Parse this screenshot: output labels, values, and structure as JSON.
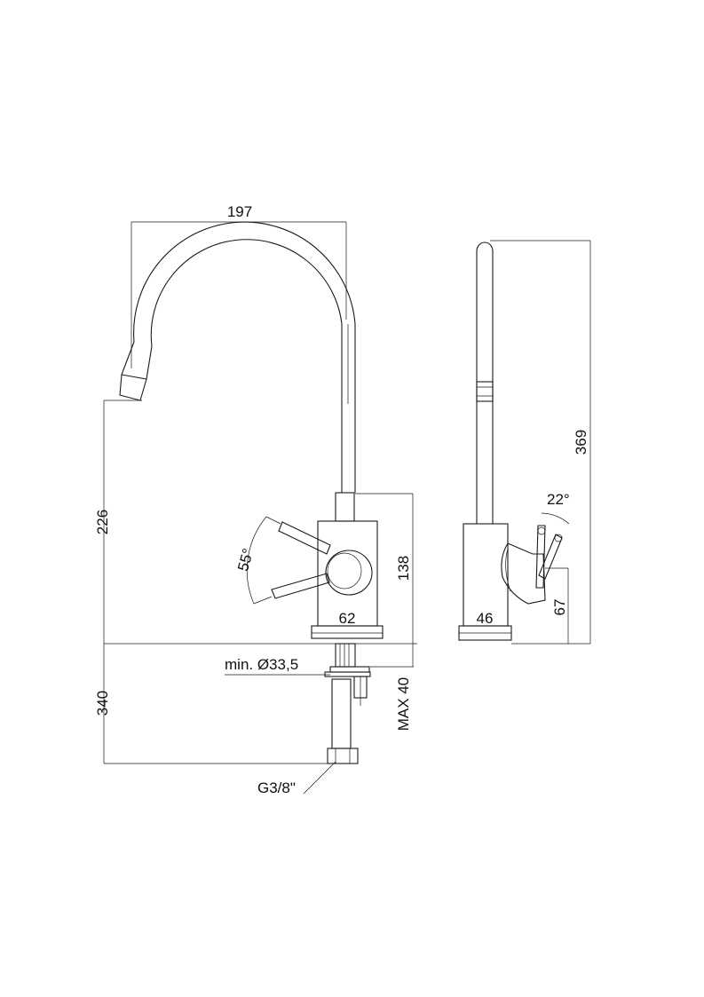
{
  "front_view": {
    "width_label": "197",
    "spout_height_label": "226",
    "body_height_label": "138",
    "body_width_label": "62",
    "lever_angle_label": "55°",
    "hole_label": "min. Ø33,5",
    "max_thickness_label": "MAX 40",
    "hose_length_label": "340",
    "thread_label": "G3/8\""
  },
  "side_view": {
    "total_height_label": "369",
    "lever_angle_label": "22°",
    "lever_height_label": "67",
    "body_depth_label": "46"
  },
  "colors": {
    "line": "#1a1a1a",
    "background": "#ffffff"
  }
}
